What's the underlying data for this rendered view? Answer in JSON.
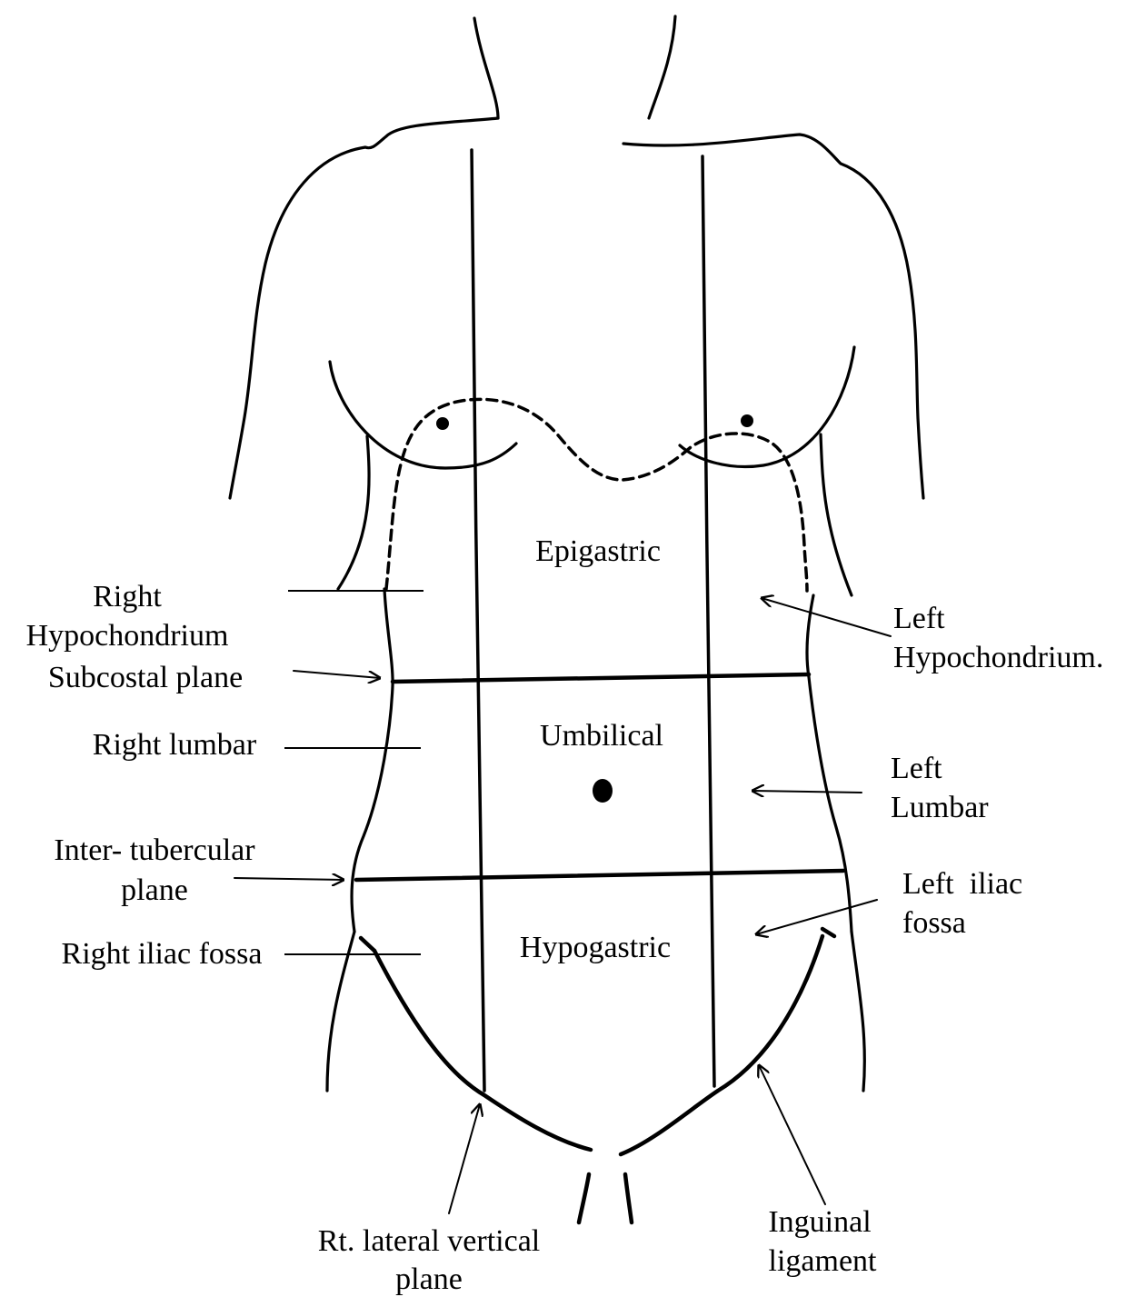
{
  "regions": {
    "epigastric": "Epigastric",
    "umbilical": "Umbilical",
    "hypogastric": "Hypogastric"
  },
  "labels": {
    "right_hypochondrium_line1": "Right",
    "right_hypochondrium_line2": "Hypochondrium",
    "subcostal_plane": "Subcostal plane",
    "right_lumbar": "Right lumbar",
    "intertubercular_line1": "Inter- tubercular",
    "intertubercular_line2": "plane",
    "right_iliac_fossa": "Right iliac fossa",
    "rt_lateral_line1": "Rt. lateral vertical",
    "rt_lateral_line2": "plane",
    "left_hypochondrium_line1": "Left",
    "left_hypochondrium_line2": "Hypochondrium.",
    "left_lumbar_line1": "Left",
    "left_lumbar_line2": "Lumbar",
    "left_iliac_line1": "Left  iliac",
    "left_iliac_line2": "fossa",
    "inguinal_line1": "Inguinal",
    "inguinal_line2": "ligament"
  }
}
